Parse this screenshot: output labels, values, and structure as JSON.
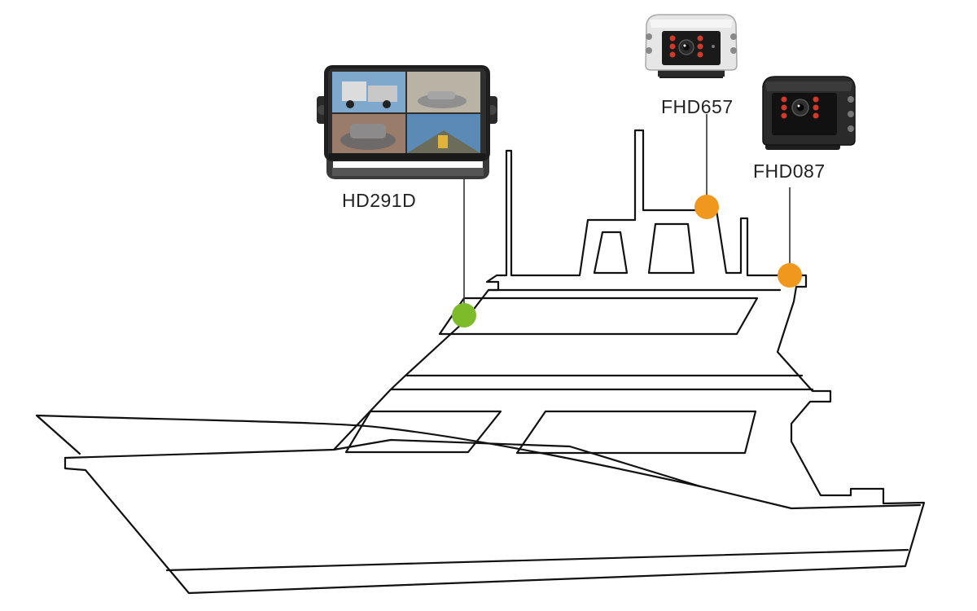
{
  "diagram": {
    "devices": [
      {
        "id": "monitor",
        "label": "HD291D",
        "kind": "monitor-icon",
        "marker_color": "#7dbb2a"
      },
      {
        "id": "camera-1",
        "label": "FHD657",
        "kind": "camera-icon",
        "marker_color": "#f0971d"
      },
      {
        "id": "camera-2",
        "label": "FHD087",
        "kind": "camera-icon",
        "marker_color": "#f0971d"
      }
    ],
    "colors": {
      "outline": "#111111",
      "connector": "#333333",
      "monitor_marker": "#7dbb2a",
      "camera_marker": "#f0971d"
    }
  }
}
